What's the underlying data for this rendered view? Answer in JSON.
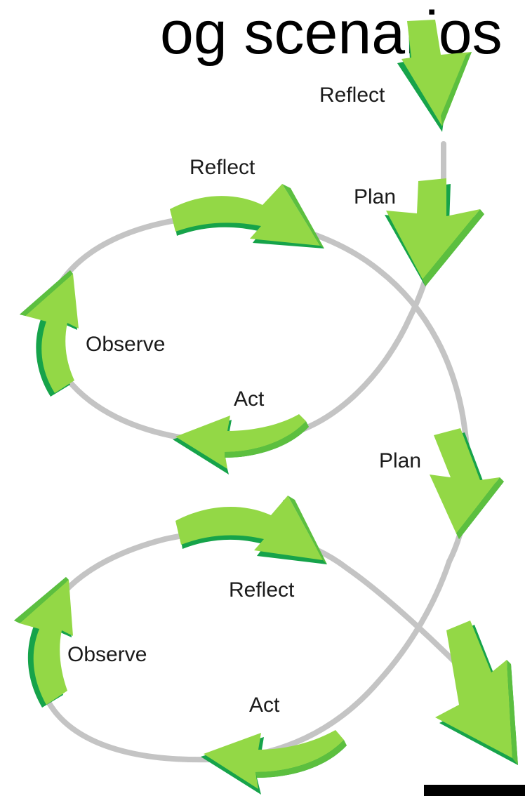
{
  "title": "og scenarios",
  "labels": {
    "reflect_top": "Reflect",
    "plan_top": "Plan",
    "reflect_loop1": "Reflect",
    "observe_loop1": "Observe",
    "act_loop1": "Act",
    "plan_loop1": "Plan",
    "reflect_loop2": "Reflect",
    "observe_loop2": "Observe",
    "act_loop2": "Act"
  },
  "colors": {
    "arrow_fill": "#93d846",
    "arrow_shadow": "#16a34a",
    "track": "#c4c4c4"
  }
}
